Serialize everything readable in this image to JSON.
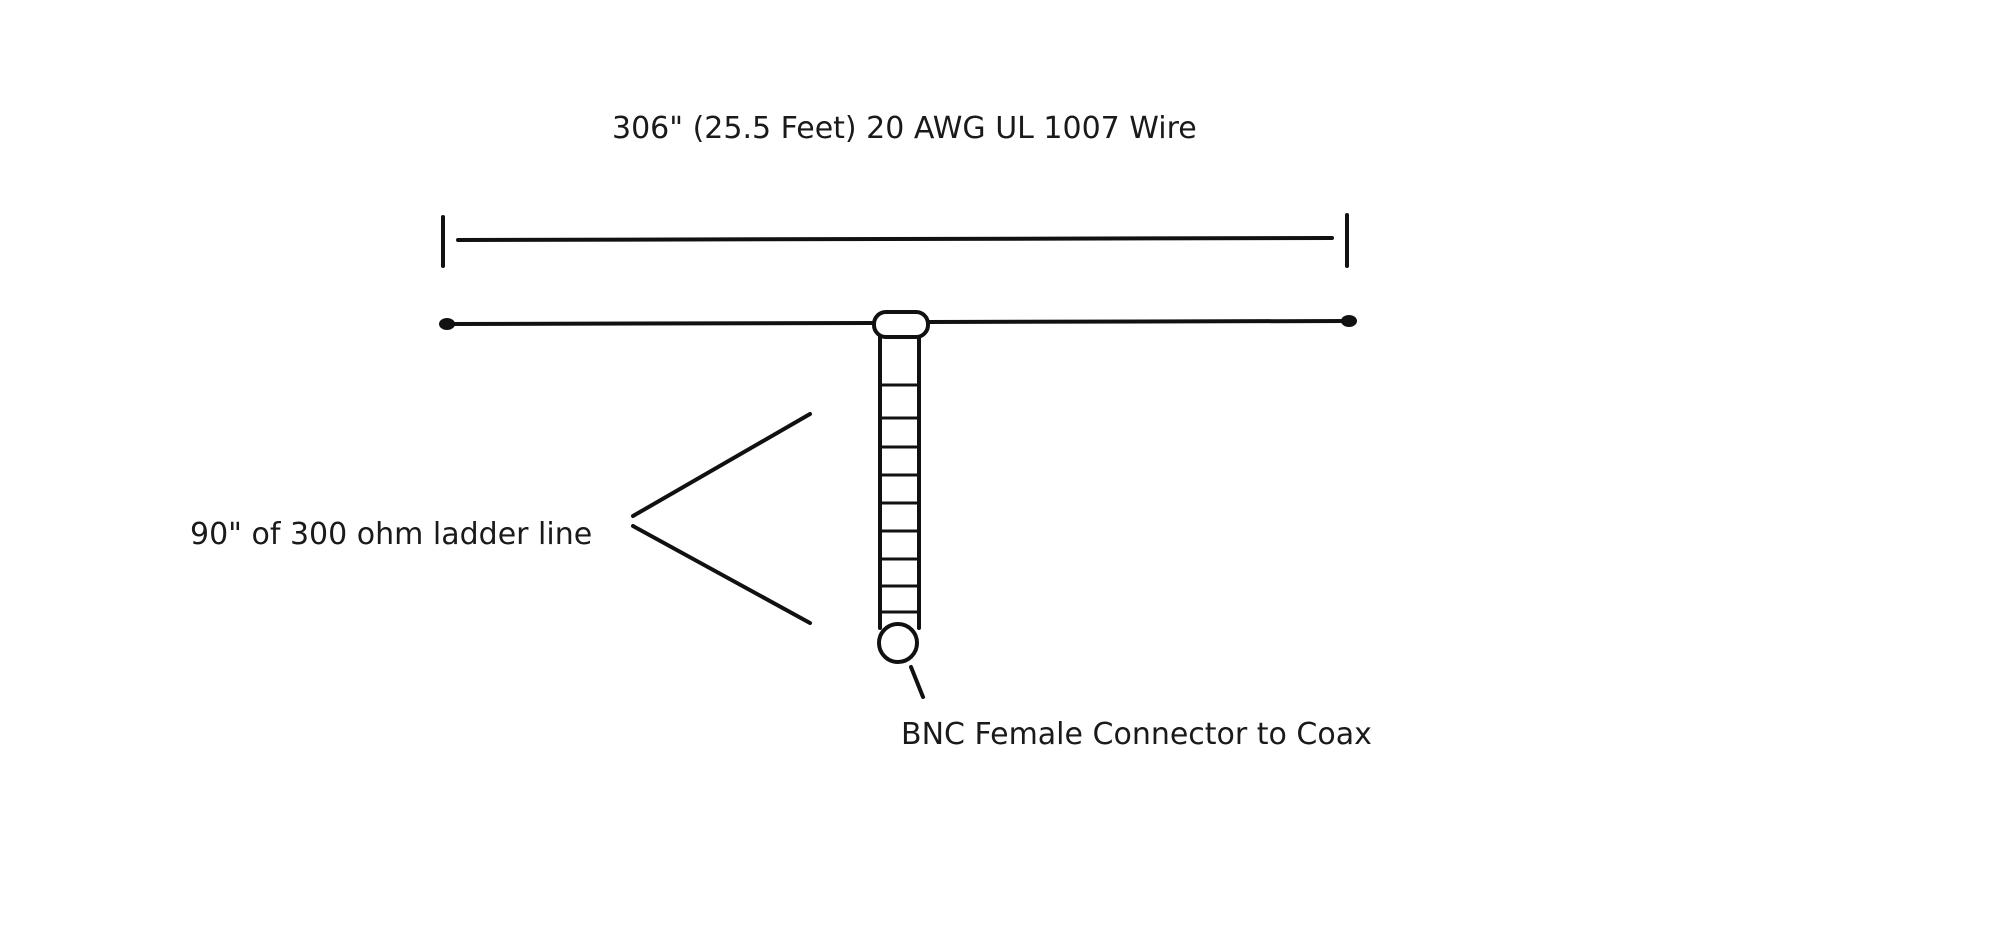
{
  "labels": {
    "wire_length": "306\" (25.5 Feet)  20 AWG UL 1007 Wire",
    "ladder_line": "90\" of 300 ohm ladder line",
    "connector": "BNC Female Connector to Coax"
  }
}
